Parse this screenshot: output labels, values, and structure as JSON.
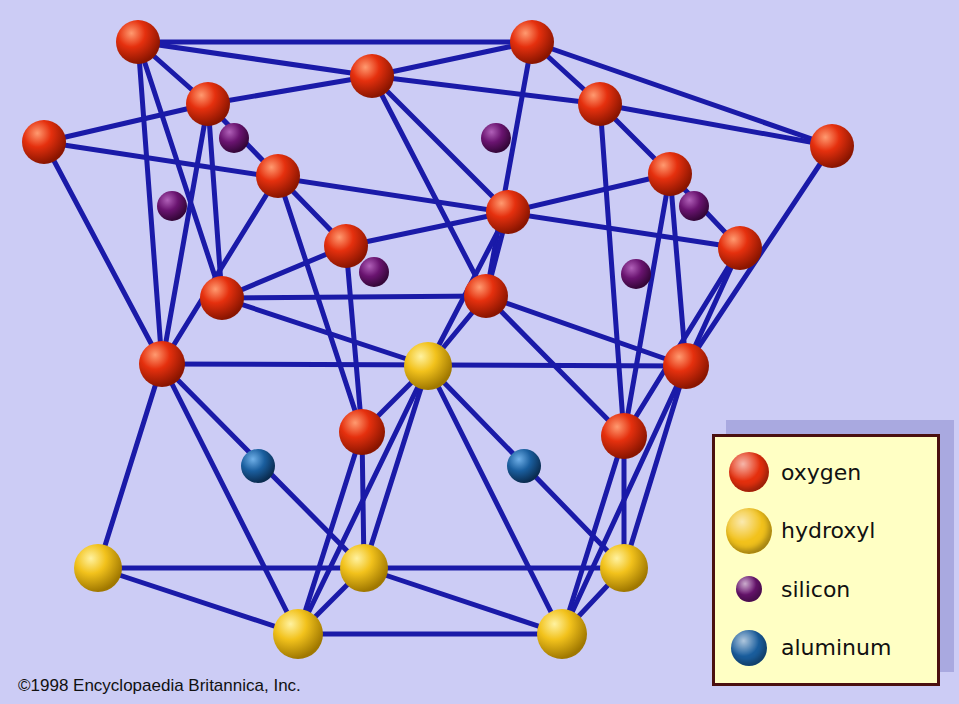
{
  "diagram": {
    "labels": [
      "©1998 Encyclopaedia Britannica, Inc."
    ],
    "legend": [
      {
        "text": "oxygen",
        "color": "#e5300e"
      },
      {
        "text": "hydroxyl",
        "color": "#f2c21c"
      },
      {
        "text": "silicon",
        "color": "#6a1470"
      },
      {
        "text": "aluminum",
        "color": "#1a5e9e"
      }
    ]
  }
}
